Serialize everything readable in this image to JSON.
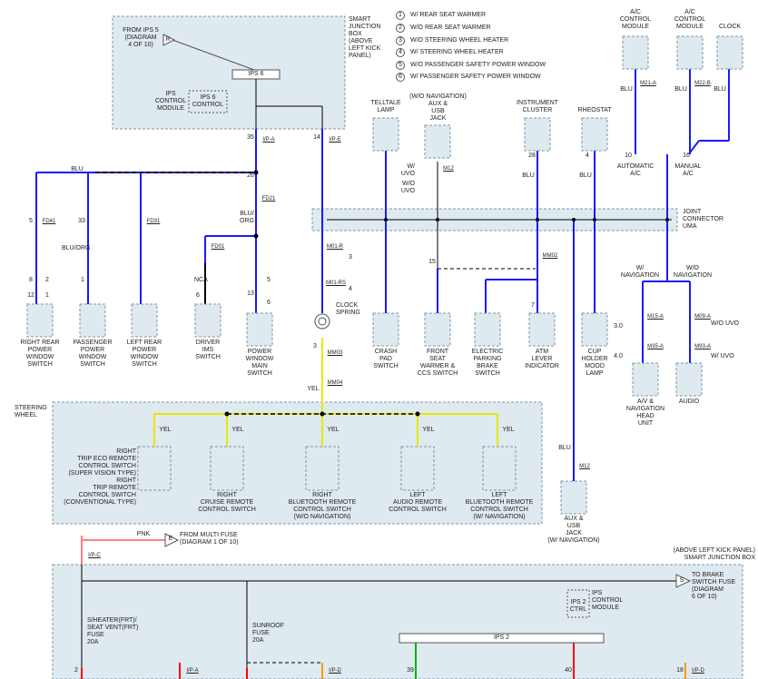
{
  "legend": [
    {
      "num": "1",
      "text": "W/ REAR SEAT WARMER"
    },
    {
      "num": "2",
      "text": "W/O REAR SEAT WARMER"
    },
    {
      "num": "3",
      "text": "W/O STEERING WHEEL HEATER"
    },
    {
      "num": "4",
      "text": "W/ STEERING WHEEL HEATER"
    },
    {
      "num": "5",
      "text": "W/O PASSENGER SAFETY POWER WINDOW"
    },
    {
      "num": "6",
      "text": "W/ PASSENGER SAFETY POWER WINDOW"
    }
  ],
  "smart_junction_box_top": {
    "title": "SMART\nJUNCTION\nBOX\n(ABOVE\nLEFT KICK\nPANEL)",
    "from_ips": "FROM IPS 5\n(DIAGRAM\n4 OF 10)",
    "r_mark": "R",
    "ips6_bar": "IPS 6",
    "ips_control_module": "IPS\nCONTROL\nMODULE",
    "ips6_control": "IPS 6\nCONTROL"
  },
  "wires": {
    "blu": "BLU",
    "blu_org": "BLU/\nORG",
    "blu_org2": "BLU/ORG",
    "nca": "NCA",
    "yel": "YEL",
    "pnk": "PNK"
  },
  "connectors": {
    "ipa": "I/P-A",
    "ipe": "I/P-E",
    "ipc": "I/P-C",
    "ipd": "I/P-D",
    "fd21": "FD21",
    "fd01": "FD01",
    "fd41": "FD41",
    "fd31": "FD31",
    "m01r": "M01-R",
    "m01rs": "M01-RS",
    "mm03": "MM03",
    "mm04": "MM04",
    "mm02": "MM02",
    "m12": "M12",
    "m21a": "M21-A",
    "m22b": "M22-B",
    "m15a": "M15-A",
    "m35a": "M35-A",
    "m09a": "M09-A",
    "m93a": "M93-A"
  },
  "pins": {
    "p35": "35",
    "p14": "14",
    "p5": "5",
    "p33": "33",
    "p8": "8",
    "p12": "12",
    "p1": "1",
    "p6": "6",
    "p3": "3",
    "p4": "4",
    "p28": "28",
    "p15": "15",
    "p2": "2",
    "p13": "13",
    "p7": "7",
    "p26": "26",
    "p16": "16",
    "p10": "10",
    "p39": "39",
    "p40": "40",
    "p18": "18"
  },
  "marks": {
    "m1": "1",
    "m2": "2",
    "m3": "3",
    "m4": "4",
    "m5": "5",
    "m6": "6"
  },
  "top_modules": {
    "ac_control_1": "A/C\nCONTROL\nMODULE",
    "ac_control_2": "A/C\nCONTROL\nMODULE",
    "clock": "CLOCK",
    "telltale": "TELLTALE\nLAMP",
    "aux_usb_nav": "(W/O NAVIGATION)\nAUX &\nUSB\nJACK",
    "instrument_cluster": "INSTRUMENT\nCLUSTER",
    "rheostat": "RHEOSTAT",
    "automatic_ac": "AUTOMATIC\nA/C",
    "manual_ac": "MANUAL\nA/C",
    "w_uvo": "W/\nUVO",
    "wo_uvo": "W/O\nUVO"
  },
  "joint_connector": "JOINT\nCONNECTOR\nUMA",
  "bottom_components": {
    "right_rear": "RIGHT REAR\nPOWER\nWINDOW\nSWITCH",
    "passenger": "PASSENGER\nPOWER\nWINDOW\nSWITCH",
    "left_rear": "LEFT REAR\nPOWER\nWINDOW\nSWITCH",
    "driver_ims": "DRIVER\nIMS\nSWITCH",
    "pw_main": "POWER\nWINDOW\nMAIN\nSWITCH",
    "clock_spring": "CLOCK\nSPRING",
    "crash_pad": "CRASH\nPAD\nSWITCH",
    "front_seat": "FRONT\nSEAT\nWARMER &\nCCS SWITCH",
    "epb": "ELECTRIC\nPARKING\nBRAKE\nSWITCH",
    "atm": "ATM\nLEVER\nINDICATOR",
    "cup_holder": "CUP\nHOLDER\nMOOD\nLAMP",
    "w_nav": "W/\nNAVIGATION",
    "wo_nav": "W/O\nNAVIGATION",
    "av_nav": "A/V &\nNAVIGATION\nHEAD\nUNIT",
    "audio": "AUDIO",
    "v30": "3.0",
    "v40": "4.0",
    "wo_uvo2": "W/O UVO",
    "w_uvo2": "W/ UVO",
    "aux_usb_wnav": "AUX &\nUSB\nJACK\n(W/ NAVIGATION)"
  },
  "steering": {
    "title": "STEERING\nWHEEL",
    "trip_eco": "RIGHT\nTRIP ECO REMOTE\nCONTROL SWITCH\n(SUPER VISION TYPE)\nRIGHT\nTRIP REMOTE\nCONTROL SWITCH\n(CONVENTIONAL TYPE)",
    "cruise": "RIGHT\nCRUISE REMOTE\nCONTROL SWITCH",
    "bt_right": "RIGHT\nBLUETOOTH REMOTE\nCONTROL SWITCH\n(W/O NAVIGATION)",
    "audio_left": "LEFT\nAUDIO REMOTE\nCONTROL SWITCH",
    "bt_left": "LEFT\nBLUETOOTH REMOTE\nCONTROL SWITCH\n(W/ NAVIGATION)"
  },
  "bottom_box": {
    "from_multi_fuse": "FROM MULTI FUSE\n(DIAGRAM 1 OF 10)",
    "e_mark": "E",
    "s_mark": "S",
    "title": "(ABOVE LEFT KICK PANEL)\nSMART JUNCTION BOX",
    "to_brake": "TO BRAKE\nSWITCH FUSE\n(DIAGRAM\n6 OF 10)",
    "heater_fuse": "S/HEATER(FRT)/\nSEAT VENT(FRT)\nFUSE\n20A",
    "sunroof_fuse": "SUNROOF\nFUSE\n20A",
    "ips_control_module": "IPS\nCONTROL\nMODULE",
    "ips2_ctrl": "IPS 2\nCTRL",
    "ips2_bar": "IPS 2"
  },
  "colors": {
    "blue": "#1a1aff",
    "yellow": "#e8e800",
    "pink": "#ff8080",
    "red": "#ff0000",
    "green": "#00b000",
    "orange": "#ff9900",
    "black": "#000000"
  }
}
